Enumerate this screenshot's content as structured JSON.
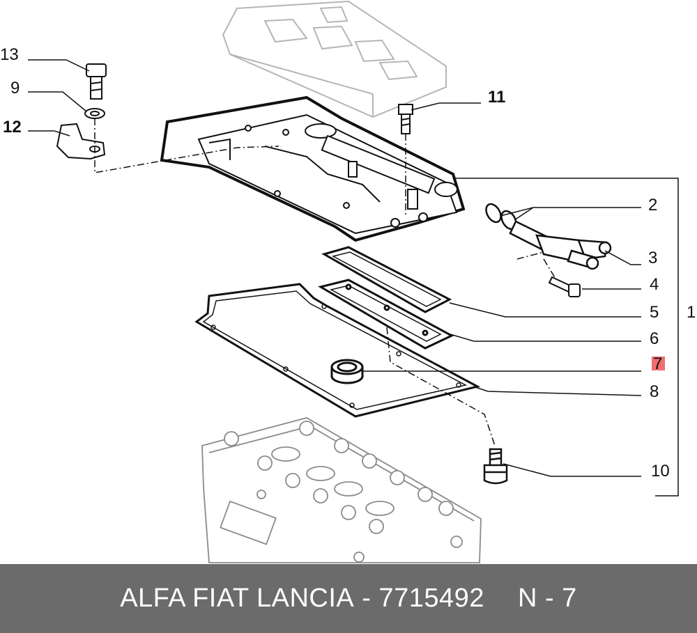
{
  "diagram": {
    "callouts": [
      {
        "id": "13",
        "label": "13",
        "bold": false
      },
      {
        "id": "9",
        "label": "9",
        "bold": false
      },
      {
        "id": "12",
        "label": "12",
        "bold": true
      },
      {
        "id": "11",
        "label": "11",
        "bold": true
      },
      {
        "id": "2",
        "label": "2",
        "bold": false
      },
      {
        "id": "3",
        "label": "3",
        "bold": false
      },
      {
        "id": "4",
        "label": "4",
        "bold": false
      },
      {
        "id": "5",
        "label": "5",
        "bold": false
      },
      {
        "id": "1",
        "label": "1",
        "bold": false
      },
      {
        "id": "6",
        "label": "6",
        "bold": false
      },
      {
        "id": "7",
        "label": "7",
        "bold": false,
        "highlighted": true
      },
      {
        "id": "8",
        "label": "8",
        "bold": false
      },
      {
        "id": "10",
        "label": "10",
        "bold": false
      }
    ],
    "highlight_color": "#f26d6d"
  },
  "footer": {
    "brands": "ALFA FIAT LANCIA",
    "separator": "-",
    "part_number": "7715492",
    "position_code": "N - 7",
    "background": "#6b6b6b"
  }
}
